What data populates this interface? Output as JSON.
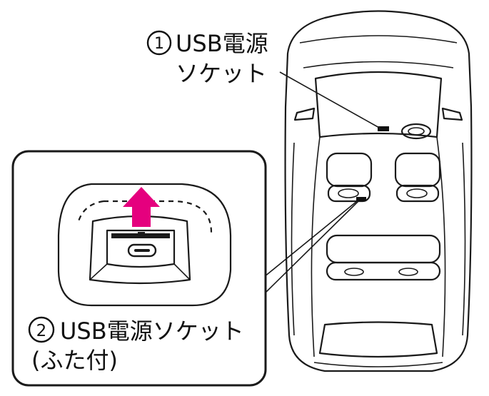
{
  "callouts": [
    {
      "number": "①",
      "line1": "USB電源",
      "line2": "ソケット"
    },
    {
      "number": "②",
      "line1": "USB電源ソケット",
      "line2": "(ふた付)"
    }
  ],
  "colors": {
    "arrow": "#e5007e",
    "outline": "#1a1a1a"
  },
  "icons": {
    "usb_port": "usb-c-port-icon",
    "arrow": "arrow-up-icon"
  }
}
